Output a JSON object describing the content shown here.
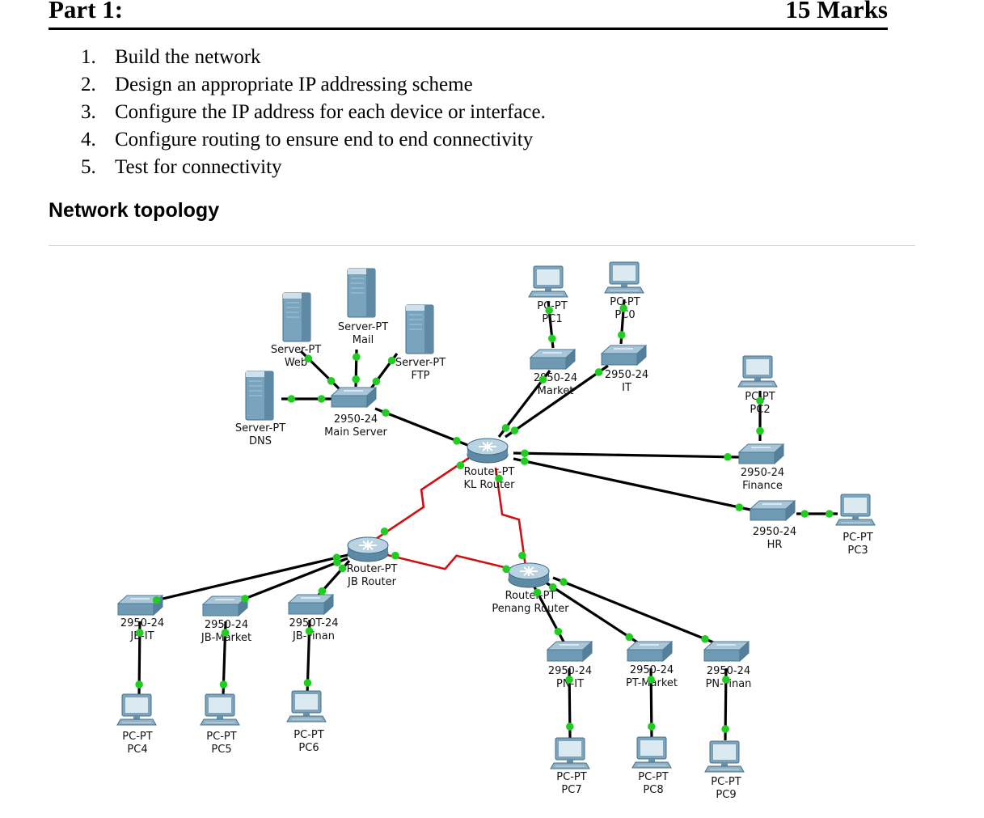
{
  "header": {
    "part": "Part 1:",
    "marks": "15 Marks"
  },
  "tasks": [
    {
      "num": "1.",
      "text": "Build the network"
    },
    {
      "num": "2.",
      "text": "Design an appropriate IP addressing scheme"
    },
    {
      "num": "3.",
      "text": "Configure the IP address for each device or interface."
    },
    {
      "num": "4.",
      "text": "Configure routing to ensure end to end connectivity"
    },
    {
      "num": "5.",
      "text": "Test for connectivity"
    }
  ],
  "section_title": "Network topology",
  "diagram": {
    "link_colors": {
      "ethernet": "#000000",
      "serial": "#d01010",
      "port_up": "#22cc22"
    },
    "devices": [
      {
        "id": "srv_web",
        "kind": "server",
        "lines": [
          "Server-PT",
          "Web"
        ]
      },
      {
        "id": "srv_mail",
        "kind": "server",
        "lines": [
          "Server-PT",
          "Mail"
        ]
      },
      {
        "id": "srv_ftp",
        "kind": "server",
        "lines": [
          "Server-PT",
          "FTP"
        ]
      },
      {
        "id": "srv_dns",
        "kind": "server",
        "lines": [
          "Server-PT",
          "DNS"
        ]
      },
      {
        "id": "sw_main",
        "kind": "switch",
        "lines": [
          "2950-24",
          "Main Server"
        ]
      },
      {
        "id": "pc1",
        "kind": "pc",
        "lines": [
          "PC-PT",
          "PC1"
        ]
      },
      {
        "id": "pc0",
        "kind": "pc",
        "lines": [
          "PC-PT",
          "PC0"
        ]
      },
      {
        "id": "sw_market",
        "kind": "switch",
        "lines": [
          "2950-24",
          "Market"
        ]
      },
      {
        "id": "sw_it",
        "kind": "switch",
        "lines": [
          "2950-24",
          "IT"
        ]
      },
      {
        "id": "r_kl",
        "kind": "router",
        "lines": [
          "Router-PT",
          "KL Router"
        ]
      },
      {
        "id": "pc2",
        "kind": "pc",
        "lines": [
          "PC-PT",
          "PC2"
        ]
      },
      {
        "id": "sw_fin",
        "kind": "switch",
        "lines": [
          "2950-24",
          "Finance"
        ]
      },
      {
        "id": "sw_hr",
        "kind": "switch",
        "lines": [
          "2950-24",
          "HR"
        ]
      },
      {
        "id": "pc3",
        "kind": "pc",
        "lines": [
          "PC-PT",
          "PC3"
        ]
      },
      {
        "id": "r_jb",
        "kind": "router",
        "lines": [
          "Router-PT",
          "JB Router"
        ]
      },
      {
        "id": "r_pn",
        "kind": "router",
        "lines": [
          "Router-PT",
          "Penang Router"
        ]
      },
      {
        "id": "sw_jbit",
        "kind": "switch",
        "lines": [
          "2950-24",
          "JB-IT"
        ]
      },
      {
        "id": "sw_jbmk",
        "kind": "switch",
        "lines": [
          "2950-24",
          "JB-Market"
        ]
      },
      {
        "id": "sw_jbfn",
        "kind": "switch",
        "lines": [
          "2950T-24",
          "JB-Finan"
        ]
      },
      {
        "id": "pc4",
        "kind": "pc",
        "lines": [
          "PC-PT",
          "PC4"
        ]
      },
      {
        "id": "pc5",
        "kind": "pc",
        "lines": [
          "PC-PT",
          "PC5"
        ]
      },
      {
        "id": "pc6",
        "kind": "pc",
        "lines": [
          "PC-PT",
          "PC6"
        ]
      },
      {
        "id": "sw_pnit",
        "kind": "switch",
        "lines": [
          "2950-24",
          "PN-IT"
        ]
      },
      {
        "id": "sw_ptmk",
        "kind": "switch",
        "lines": [
          "2950-24",
          "PT-Market"
        ]
      },
      {
        "id": "sw_pnfn",
        "kind": "switch",
        "lines": [
          "2950-24",
          "PN-Finan"
        ]
      },
      {
        "id": "pc7",
        "kind": "pc",
        "lines": [
          "PC-PT",
          "PC7"
        ]
      },
      {
        "id": "pc8",
        "kind": "pc",
        "lines": [
          "PC-PT",
          "PC8"
        ]
      },
      {
        "id": "pc9",
        "kind": "pc",
        "lines": [
          "PC-PT",
          "PC9"
        ]
      }
    ],
    "links": [
      {
        "from": "srv_web",
        "to": "sw_main",
        "type": "ethernet"
      },
      {
        "from": "srv_mail",
        "to": "sw_main",
        "type": "ethernet"
      },
      {
        "from": "srv_ftp",
        "to": "sw_main",
        "type": "ethernet"
      },
      {
        "from": "srv_dns",
        "to": "sw_main",
        "type": "ethernet"
      },
      {
        "from": "sw_main",
        "to": "r_kl",
        "type": "ethernet"
      },
      {
        "from": "pc1",
        "to": "sw_market",
        "type": "ethernet"
      },
      {
        "from": "pc0",
        "to": "sw_it",
        "type": "ethernet"
      },
      {
        "from": "sw_market",
        "to": "r_kl",
        "type": "ethernet"
      },
      {
        "from": "sw_it",
        "to": "r_kl",
        "type": "ethernet"
      },
      {
        "from": "pc2",
        "to": "sw_fin",
        "type": "ethernet"
      },
      {
        "from": "sw_fin",
        "to": "r_kl",
        "type": "ethernet"
      },
      {
        "from": "sw_hr",
        "to": "r_kl",
        "type": "ethernet"
      },
      {
        "from": "sw_hr",
        "to": "pc3",
        "type": "ethernet"
      },
      {
        "from": "r_kl",
        "to": "r_jb",
        "type": "serial"
      },
      {
        "from": "r_kl",
        "to": "r_pn",
        "type": "serial"
      },
      {
        "from": "r_jb",
        "to": "r_pn",
        "type": "serial"
      },
      {
        "from": "r_jb",
        "to": "sw_jbit",
        "type": "ethernet"
      },
      {
        "from": "r_jb",
        "to": "sw_jbmk",
        "type": "ethernet"
      },
      {
        "from": "r_jb",
        "to": "sw_jbfn",
        "type": "ethernet"
      },
      {
        "from": "sw_jbit",
        "to": "pc4",
        "type": "ethernet"
      },
      {
        "from": "sw_jbmk",
        "to": "pc5",
        "type": "ethernet"
      },
      {
        "from": "sw_jbfn",
        "to": "pc6",
        "type": "ethernet"
      },
      {
        "from": "r_pn",
        "to": "sw_pnit",
        "type": "ethernet"
      },
      {
        "from": "r_pn",
        "to": "sw_ptmk",
        "type": "ethernet"
      },
      {
        "from": "r_pn",
        "to": "sw_pnfn",
        "type": "ethernet"
      },
      {
        "from": "sw_pnit",
        "to": "pc7",
        "type": "ethernet"
      },
      {
        "from": "sw_ptmk",
        "to": "pc8",
        "type": "ethernet"
      },
      {
        "from": "sw_pnfn",
        "to": "pc9",
        "type": "ethernet"
      }
    ]
  }
}
